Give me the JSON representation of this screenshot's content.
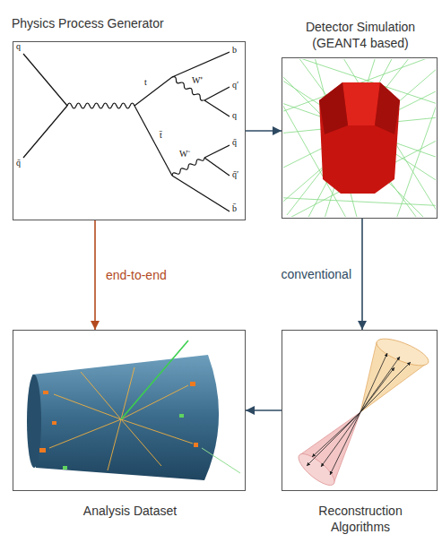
{
  "diagram": {
    "nodes": [
      {
        "text": [
          "Physics Process Generator"
        ]
      },
      {
        "text": [
          "Detector Simulation (GEANT4 based)"
        ]
      },
      {
        "text": [
          "Analysis Dataset"
        ]
      },
      {
        "text": [
          "Reconstruction Algorithms"
        ]
      }
    ],
    "edges": [
      {
        "from": 0,
        "to": 1,
        "arrow": "to"
      },
      {
        "from": 0,
        "to": 2,
        "label": "end-to-end",
        "arrow": "to"
      },
      {
        "from": 1,
        "to": 3,
        "label": "conventional",
        "arrow": "to"
      },
      {
        "from": 3,
        "to": 2,
        "arrow": "to"
      }
    ],
    "labels": [
      "q",
      "q̄",
      "t",
      "t̄",
      "W⁺",
      "W⁻",
      "b",
      "q′",
      "q",
      "q̄",
      "q̄′",
      "b̄"
    ]
  }
}
